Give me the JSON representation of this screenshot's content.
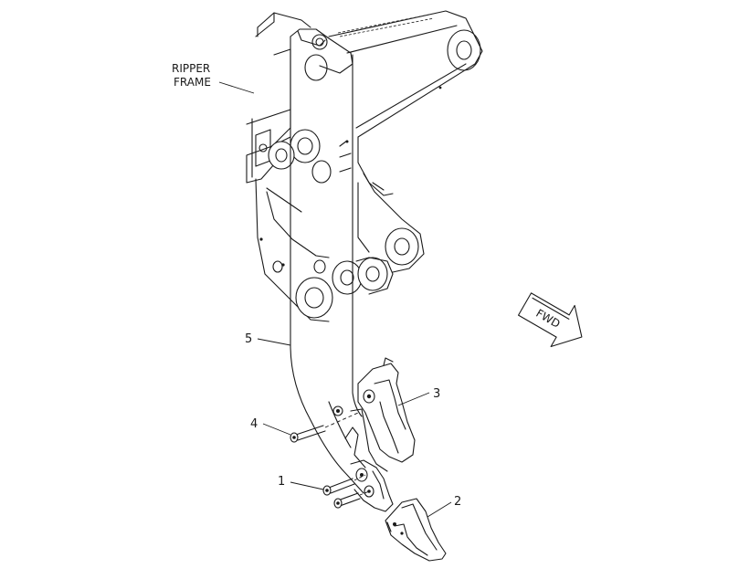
{
  "labels": {
    "ripper_frame_line1": "RIPPER",
    "ripper_frame_line2": "FRAME",
    "fwd": "FWD",
    "part_1": "1",
    "part_2": "2",
    "part_3": "3",
    "part_4": "4",
    "part_5": "5"
  },
  "colors": {
    "line": "#1a1a1a",
    "background": "#ffffff"
  }
}
